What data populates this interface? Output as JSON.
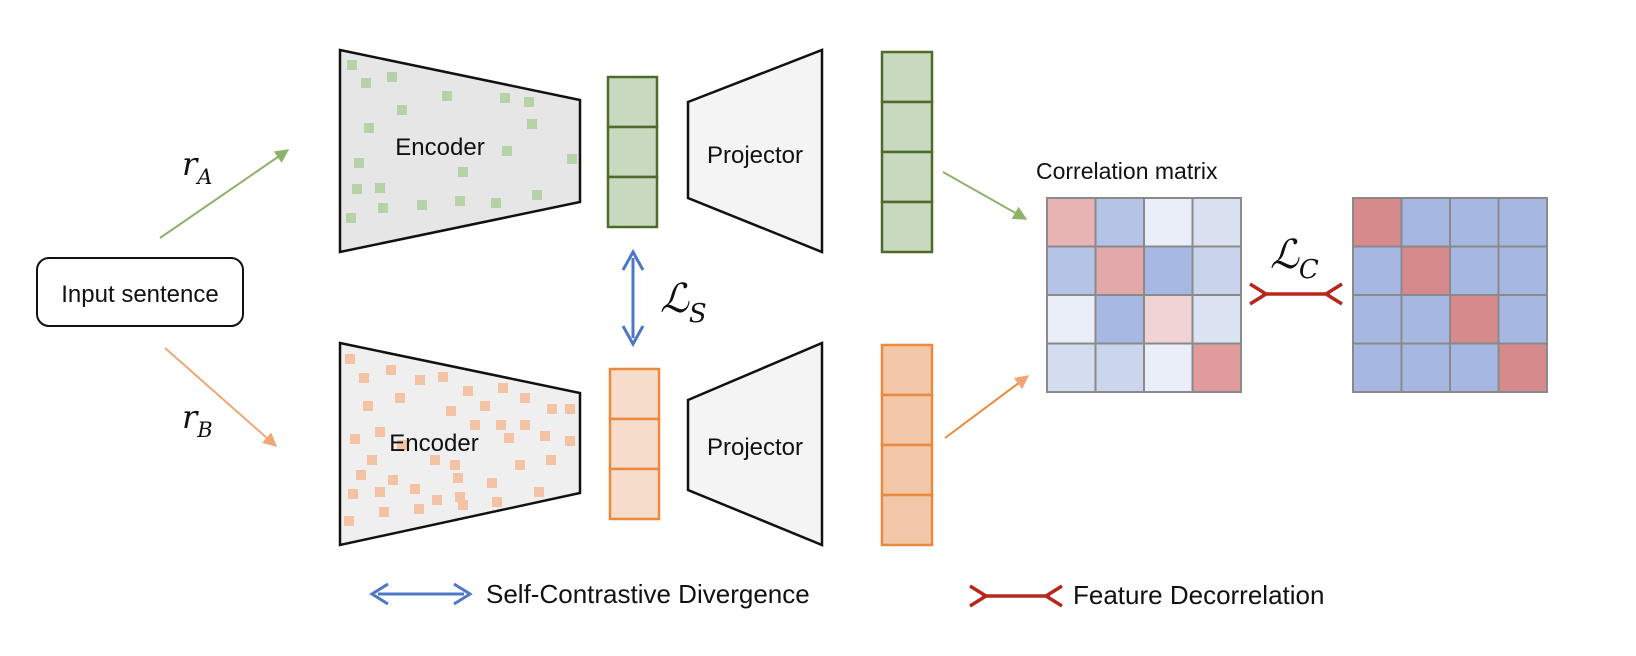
{
  "input": {
    "label": "Input sentence"
  },
  "branch_a": {
    "r": "r",
    "sub": "A",
    "encoder_label": "Encoder",
    "projector_label": "Projector"
  },
  "branch_b": {
    "r": "r",
    "sub": "B",
    "encoder_label": "Encoder",
    "projector_label": "Projector"
  },
  "loss_s": {
    "symbol": "ℒ",
    "sub": "S"
  },
  "loss_c": {
    "symbol": "ℒ",
    "sub": "C"
  },
  "correlation": {
    "title": "Correlation matrix"
  },
  "legend": {
    "self_contrastive": "Self-Contrastive Divergence",
    "decorrelation": "Feature Decorrelation"
  },
  "colors": {
    "green": "#4e6b2c",
    "green_fill": "#c8d9bf",
    "green_arrow": "#8db36a",
    "orange": "#eb8a3e",
    "orange_fill": "#f6dccb",
    "orange_proj_fill": "#f2c8a8",
    "orange_arrow": "#f0a676",
    "blue_arrow": "#4e78c6",
    "red": "#b8271e"
  },
  "matrices": {
    "correlation": [
      [
        "#e8b3b3",
        "#b4c3e6",
        "#e9eef8",
        "#dae2f1"
      ],
      [
        "#b4c3e6",
        "#e3a8aa",
        "#a7b9e3",
        "#c9d4ec"
      ],
      [
        "#e9eef8",
        "#a7b9e3",
        "#f2d3d5",
        "#dbe3f2"
      ],
      [
        "#d4ddef",
        "#cbd6ed",
        "#e9eef8",
        "#e09b9c"
      ]
    ],
    "target": [
      [
        "#d78a8b",
        "#a6b8e1",
        "#a6b8e1",
        "#a6b8e1"
      ],
      [
        "#a6b8e1",
        "#d78a8b",
        "#a6b8e1",
        "#a6b8e1"
      ],
      [
        "#a6b8e1",
        "#a6b8e1",
        "#d78a8b",
        "#a6b8e1"
      ],
      [
        "#a6b8e1",
        "#a6b8e1",
        "#a6b8e1",
        "#d78a8b"
      ]
    ]
  }
}
